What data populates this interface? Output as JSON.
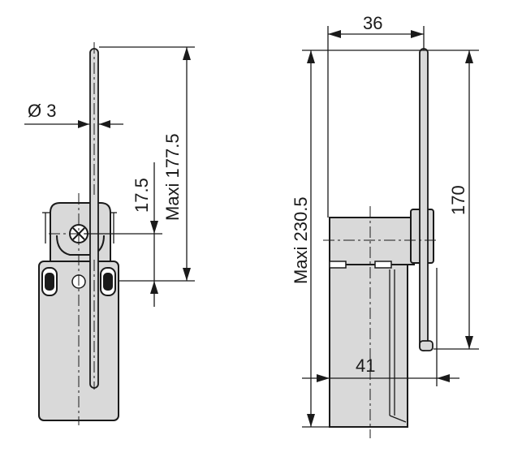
{
  "dimensions": {
    "rod_diameter": "Ø 3",
    "left_max_length": "Maxi 177.5",
    "offset": "17.5",
    "top_width": "36",
    "right_max_height": "Maxi 230.5",
    "rod_length": "170",
    "bottom_width": "41"
  }
}
